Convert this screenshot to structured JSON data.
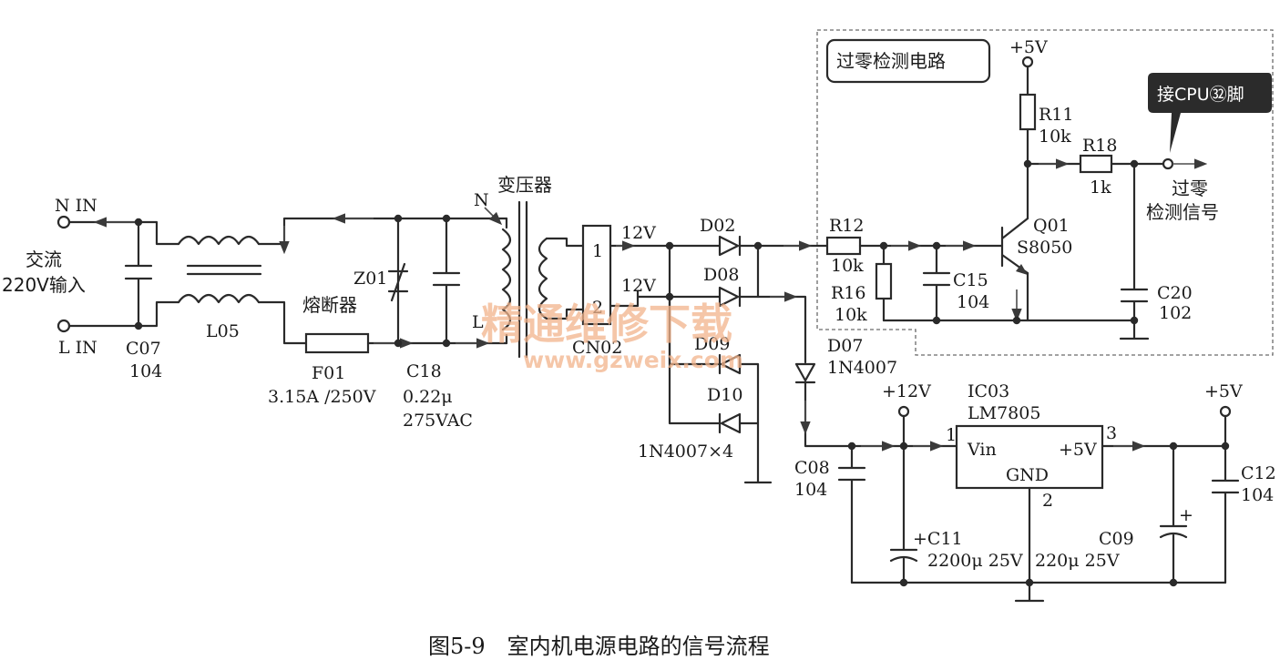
{
  "labels": {
    "n_in": "N IN",
    "l_in": "L IN",
    "ac_input_1": "交流",
    "ac_input_2": "220V输入",
    "c07": "C07",
    "c07_val": "104",
    "l05": "L05",
    "fuse_name": "熔断器",
    "f01": "F01",
    "f01_val": "3.15A /250V",
    "z01": "Z01",
    "c18": "C18",
    "c18_val1": "0.22μ",
    "c18_val2": "275VAC",
    "transformer": "变压器",
    "t_n": "N",
    "t_l": "L",
    "cn02": "CN02",
    "pin1": "1",
    "pin2": "2",
    "v12a": "12V",
    "v12b": "12V",
    "d02": "D02",
    "d08": "D08",
    "d09": "D09",
    "d10": "D10",
    "diodes": "1N4007×4",
    "d07": "D07",
    "d07_val": "1N4007",
    "c08": "C08",
    "c08_val": "104",
    "plus12v": "+12V",
    "ic03": "IC03",
    "lm7805": "LM7805",
    "vin": "Vin",
    "plus5v_pin": "+5V",
    "gnd": "GND",
    "ic_pin1": "1",
    "ic_pin2": "2",
    "ic_pin3": "3",
    "c11": "+C11",
    "c11_val": "2200μ 25V",
    "c09_val": "220μ 25V",
    "c09": "C09",
    "plus5v_out": "+5V",
    "c12": "C12",
    "c12_val": "104",
    "zc_title": "过零检测电路",
    "plus5v_top": "+5V",
    "r11": "R11",
    "r11_val": "10k",
    "r18": "R18",
    "r18_val": "1k",
    "cpu_callout": "接CPU㉜脚",
    "zc_sig1": "过零",
    "zc_sig2": "检测信号",
    "r12": "R12",
    "r12_val": "10k",
    "r16": "R16",
    "r16_val": "10k",
    "c15": "C15",
    "c15_val": "104",
    "q01": "Q01",
    "q01_val": "S8050",
    "c20": "C20",
    "c20_val": "102",
    "caption": "图5-9　室内机电源电路的信号流程",
    "watermark": "精通维修下载",
    "watermark_url": "www.gzweix.com"
  }
}
